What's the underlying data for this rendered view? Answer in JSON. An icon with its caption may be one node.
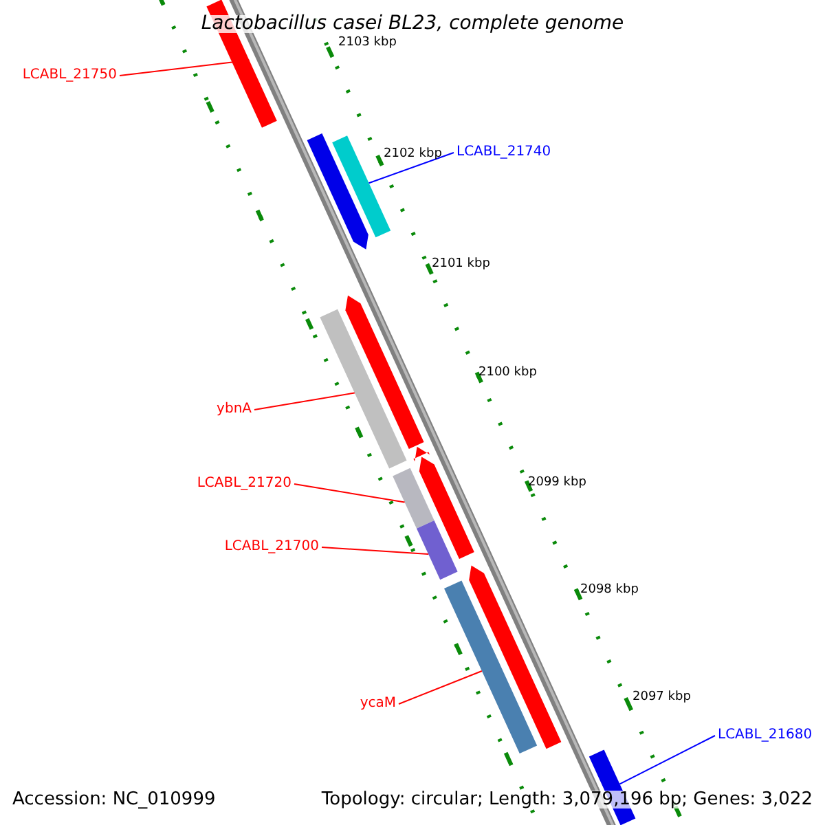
{
  "diagram": {
    "title": "Lactobacillus casei BL23, complete genome",
    "nodes": [
      {
        "text": [
          "LCABL_21750"
        ]
      },
      {
        "text": [
          "LCABL_21740"
        ]
      },
      {
        "text": [
          "ybnA"
        ]
      },
      {
        "text": [
          "LCABL_21720"
        ]
      },
      {
        "text": [
          "LCABL_21700"
        ]
      },
      {
        "text": [
          "ycaM"
        ]
      },
      {
        "text": [
          "LCABL_21680"
        ]
      },
      {
        "text": [],
        "shape": "bar"
      },
      {
        "text": [],
        "shape": "bar"
      },
      {
        "text": [],
        "shape": "bar"
      },
      {
        "text": [],
        "shape": "bar"
      },
      {
        "text": [],
        "shape": "bar"
      },
      {
        "text": [],
        "shape": "bar"
      },
      {
        "text": [],
        "shape": "bar"
      }
    ],
    "edges": [
      {
        "from": 0,
        "to": 7,
        "arrow": "none"
      },
      {
        "from": 1,
        "to": 8,
        "arrow": "none",
        "color": "#0000ff"
      },
      {
        "from": 2,
        "to": 9,
        "arrow": "none"
      },
      {
        "from": 3,
        "to": 10,
        "arrow": "none"
      },
      {
        "from": 4,
        "to": 11,
        "arrow": "none"
      },
      {
        "from": 5,
        "to": 12,
        "arrow": "none"
      },
      {
        "from": 6,
        "to": 13,
        "arrow": "none",
        "color": "#0000ff"
      }
    ],
    "labels": [
      "2103 kbp",
      "2102 kbp",
      "2101 kbp",
      "2100 kbp",
      "2099 kbp",
      "2098 kbp",
      "2097 kbp",
      "Accession: NC_010999",
      "Topology: circular; Length: 3,079,196 bp; Genes: 3,022"
    ]
  }
}
